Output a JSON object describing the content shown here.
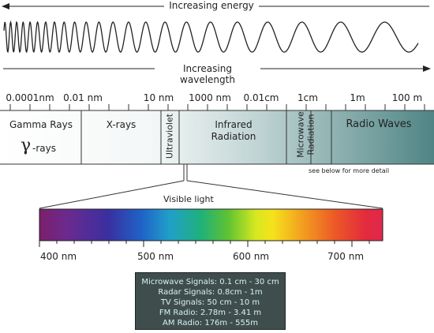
{
  "energy_label": "Increasing energy",
  "wavelength_label": "Increasing wavelength",
  "wavelength_ticks": [
    "0.0001nm",
    "0.01 nm",
    "10 nm",
    "1000 nm",
    "0.01cm",
    "1cm",
    "1m",
    "100 m"
  ],
  "bands": {
    "gamma": {
      "line1": "Gamma Rays",
      "symbol": "γ",
      "line2": "-rays"
    },
    "xray": "X-rays",
    "uv": "Ultraviolet",
    "infrared": {
      "line1": "Infrared",
      "line2": "Radiation"
    },
    "microwave": {
      "line1": "Microwave",
      "line2": "Radiation"
    },
    "radio": "Radio Waves"
  },
  "see_below_note": "see below for more detail",
  "visible_light_label": "Visible light",
  "visible_ticks": [
    "400 nm",
    "500 nm",
    "600 nm",
    "700 nm"
  ],
  "info_box": {
    "lines": [
      "Microwave Signals: 0.1 cm - 30 cm",
      "Radar Signals: 0.8cm - 1m",
      "TV Signals: 50 cm - 10 m",
      "FM Radio: 2.78m - 3.41 m",
      "AM Radio: 176m - 555m"
    ]
  },
  "colors": {
    "band_gradient_start": "#ffffff",
    "band_gradient_end": "#4f8585",
    "info_box_bg": "#3f4d4d",
    "info_box_text": "#d8f2f2"
  }
}
